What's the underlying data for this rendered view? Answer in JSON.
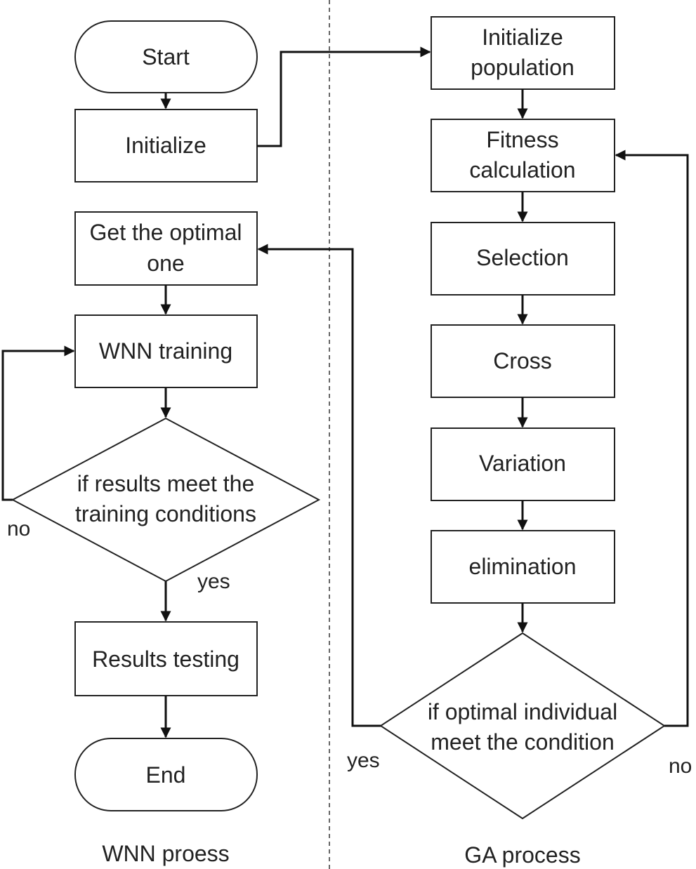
{
  "left_process": {
    "caption": "WNN proess",
    "start": "Start",
    "initialize": "Initialize",
    "get_optimal_line1": "Get the optimal",
    "get_optimal_line2": "one",
    "wnn_training": "WNN training",
    "decision_line1": "if results meet the",
    "decision_line2": "training conditions",
    "decision_no": "no",
    "decision_yes": "yes",
    "results_testing": "Results testing",
    "end": "End"
  },
  "right_process": {
    "caption": "GA process",
    "init_pop_line1": "Initialize",
    "init_pop_line2": "population",
    "fitness_line1": "Fitness",
    "fitness_line2": "calculation",
    "selection": "Selection",
    "cross": "Cross",
    "variation": "Variation",
    "elimination": "elimination",
    "decision_line1": "if optimal individual",
    "decision_line2": "meet the condition",
    "decision_yes": "yes",
    "decision_no": "no"
  }
}
